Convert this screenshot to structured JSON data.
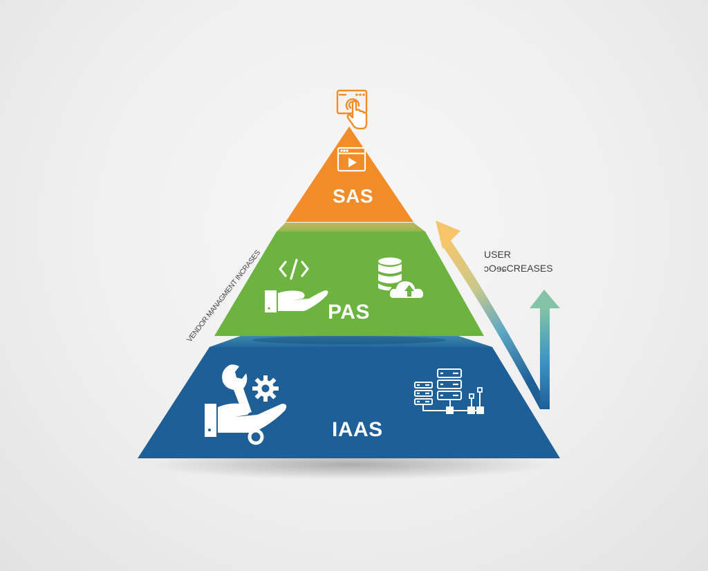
{
  "diagram": {
    "type": "pyramid",
    "title": "",
    "tiers": [
      {
        "id": "saas",
        "label": "SAS",
        "color": "#F28C28",
        "icons": [
          "cursor-click-window-icon",
          "video-window-icon"
        ]
      },
      {
        "id": "paas",
        "label": "PAS",
        "color": "#6DB33F",
        "icons": [
          "code-hand-icon",
          "database-cloud-upload-icon"
        ]
      },
      {
        "id": "iaas",
        "label": "IAAS",
        "color": "#1F5F98",
        "icons": [
          "wrench-gear-hand-icon",
          "server-network-icon"
        ]
      }
    ],
    "left_annotation": "VENDOR MANAGMENT INCRASES",
    "right_annotation": {
      "line1": "USER",
      "line2": "ↄOɘɕCREASES"
    },
    "arrows": [
      {
        "name": "curved-arrow",
        "direction": "up-left",
        "gradient": [
          "#F7C56A",
          "#5FA8C4",
          "#1F5F98"
        ]
      },
      {
        "name": "straight-arrow",
        "direction": "up",
        "gradient": [
          "#7EC3A8",
          "#3F8FC2",
          "#1F5F98"
        ]
      }
    ],
    "colors": {
      "orange": "#F28C28",
      "green": "#6DB33F",
      "blue": "#1F5F98",
      "background": "#F0F0F0"
    }
  }
}
